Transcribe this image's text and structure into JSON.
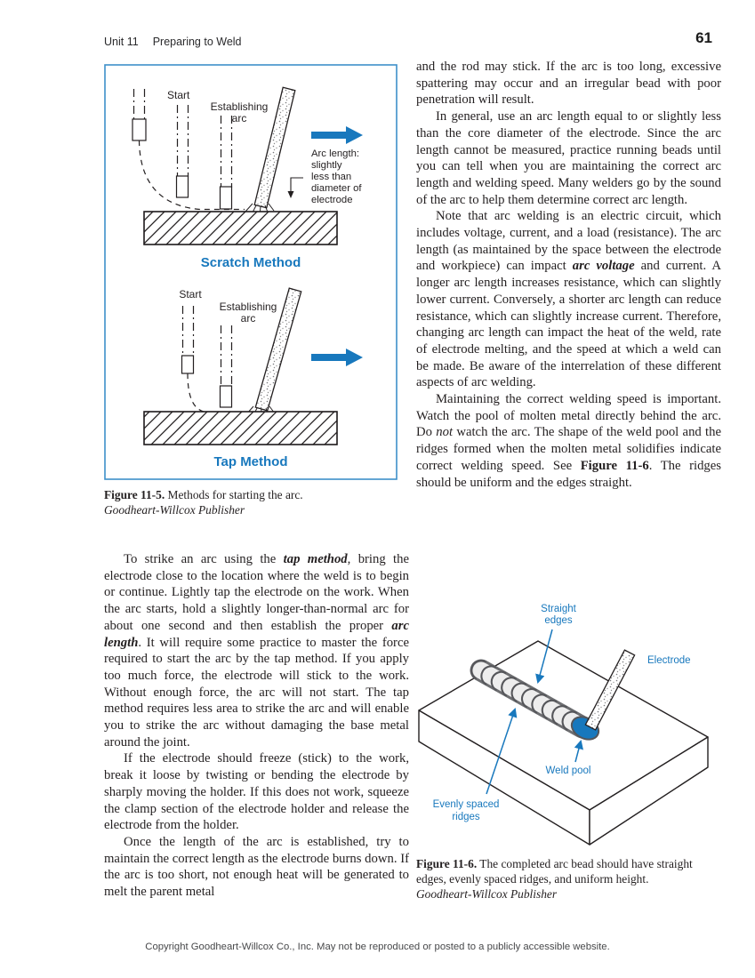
{
  "header": {
    "unit_label": "Unit 11",
    "chapter_title": "Preparing to Weld",
    "page_number": "61"
  },
  "colors": {
    "accent_blue": "#1878bd",
    "ink": "#231f20"
  },
  "figure_11_5": {
    "scratch": {
      "start_label": "Start",
      "establishing_line1": "Establishing",
      "establishing_line2": "arc",
      "note_lines": [
        "Arc length:",
        "slightly",
        "less than",
        "diameter of",
        "electrode"
      ],
      "title": "Scratch Method"
    },
    "tap": {
      "start_label": "Start",
      "establishing_line1": "Establishing",
      "establishing_line2": "arc",
      "title": "Tap Method"
    },
    "caption": {
      "label": "Figure 11-5.",
      "text": " Methods for starting the arc.",
      "credit": "Goodheart-Willcox Publisher"
    }
  },
  "figure_11_6": {
    "labels": {
      "straight_line1": "Straight",
      "straight_line2": "edges",
      "electrode": "Electrode",
      "weld_pool": "Weld pool",
      "evenly_line1": "Evenly spaced",
      "evenly_line2": "ridges"
    },
    "caption": {
      "label": "Figure 11-6.",
      "text": " The completed arc bead should have straight edges, evenly spaced ridges, and uniform height.",
      "credit": "Goodheart-Willcox Publisher"
    }
  },
  "left_column": {
    "paragraphs": [
      {
        "indent": true,
        "segments": [
          {
            "t": "To strike an arc using the "
          },
          {
            "t": "tap method",
            "b": true,
            "i": true
          },
          {
            "t": ", bring the electrode close to the location where the weld is to begin or continue. Lightly tap the electrode on the work. When the arc starts, hold a slightly longer-than-normal arc for about one second and then establish the proper "
          },
          {
            "t": "arc length",
            "b": true,
            "i": true
          },
          {
            "t": ". It will require some practice to master the force required to start the arc by the tap method. If you apply too much force, the electrode will stick to the work. Without enough force, the arc will not start. The tap method requires less area to strike the arc and will enable you to strike the arc without damaging the base metal around the joint."
          }
        ]
      },
      {
        "indent": true,
        "segments": [
          {
            "t": "If the electrode should freeze (stick) to the work, break it loose by twisting or bending the electrode by sharply moving the holder. If this does not work, squeeze the clamp section of the electrode holder and release the electrode from the holder."
          }
        ]
      },
      {
        "indent": true,
        "segments": [
          {
            "t": "Once the length of the arc is established, try to maintain the correct length as the electrode burns down. If the arc is too short, not enough heat will be generated to melt the parent metal"
          }
        ]
      }
    ]
  },
  "right_column": {
    "paragraphs": [
      {
        "indent": false,
        "segments": [
          {
            "t": "and the rod may stick. If the arc is too long, excessive spattering may occur and an irregular bead with poor penetration will result."
          }
        ]
      },
      {
        "indent": true,
        "segments": [
          {
            "t": "In general, use an arc length equal to or slightly less than the core diameter of the electrode. Since the arc length cannot be measured, practice running beads until you can tell when you are maintaining the correct arc length and welding speed. Many welders go by the sound of the arc to help them determine correct arc length."
          }
        ]
      },
      {
        "indent": true,
        "segments": [
          {
            "t": "Note that arc welding is an electric circuit, which includes voltage, current, and a load (resistance). The arc length (as maintained by the space between the electrode and workpiece) can impact "
          },
          {
            "t": "arc voltage",
            "b": true,
            "i": true
          },
          {
            "t": " and current. A longer arc length increases resistance, which can slightly lower current. Conversely, a shorter arc length can reduce resistance, which can slightly increase current. Therefore, changing arc length can impact the heat of the weld, rate of electrode melting, and the speed at which a weld can be made. Be aware of the interrelation of these different aspects of arc welding."
          }
        ]
      },
      {
        "indent": true,
        "segments": [
          {
            "t": "Maintaining the correct welding speed is important. Watch the pool of molten metal directly behind the arc. Do "
          },
          {
            "t": "not",
            "i": true
          },
          {
            "t": " watch the arc. The shape of the weld pool and the ridges formed when the molten metal solidifies indicate correct welding speed. See "
          },
          {
            "t": "Figure 11-6",
            "b": true
          },
          {
            "t": ". The ridges should be uniform and the edges straight."
          }
        ]
      }
    ]
  },
  "footer": {
    "copyright": "Copyright Goodheart-Willcox Co., Inc.  May not be reproduced or posted to a publicly accessible website."
  }
}
